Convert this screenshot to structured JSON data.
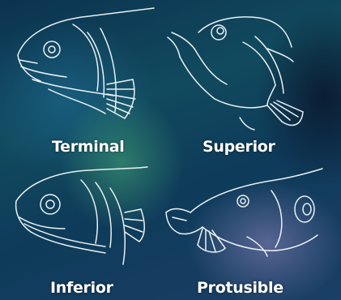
{
  "diagram": {
    "labels": {
      "terminal": "Terminal",
      "superior": "Superior",
      "inferior": "Inferior",
      "protusible": "Protusible"
    }
  }
}
